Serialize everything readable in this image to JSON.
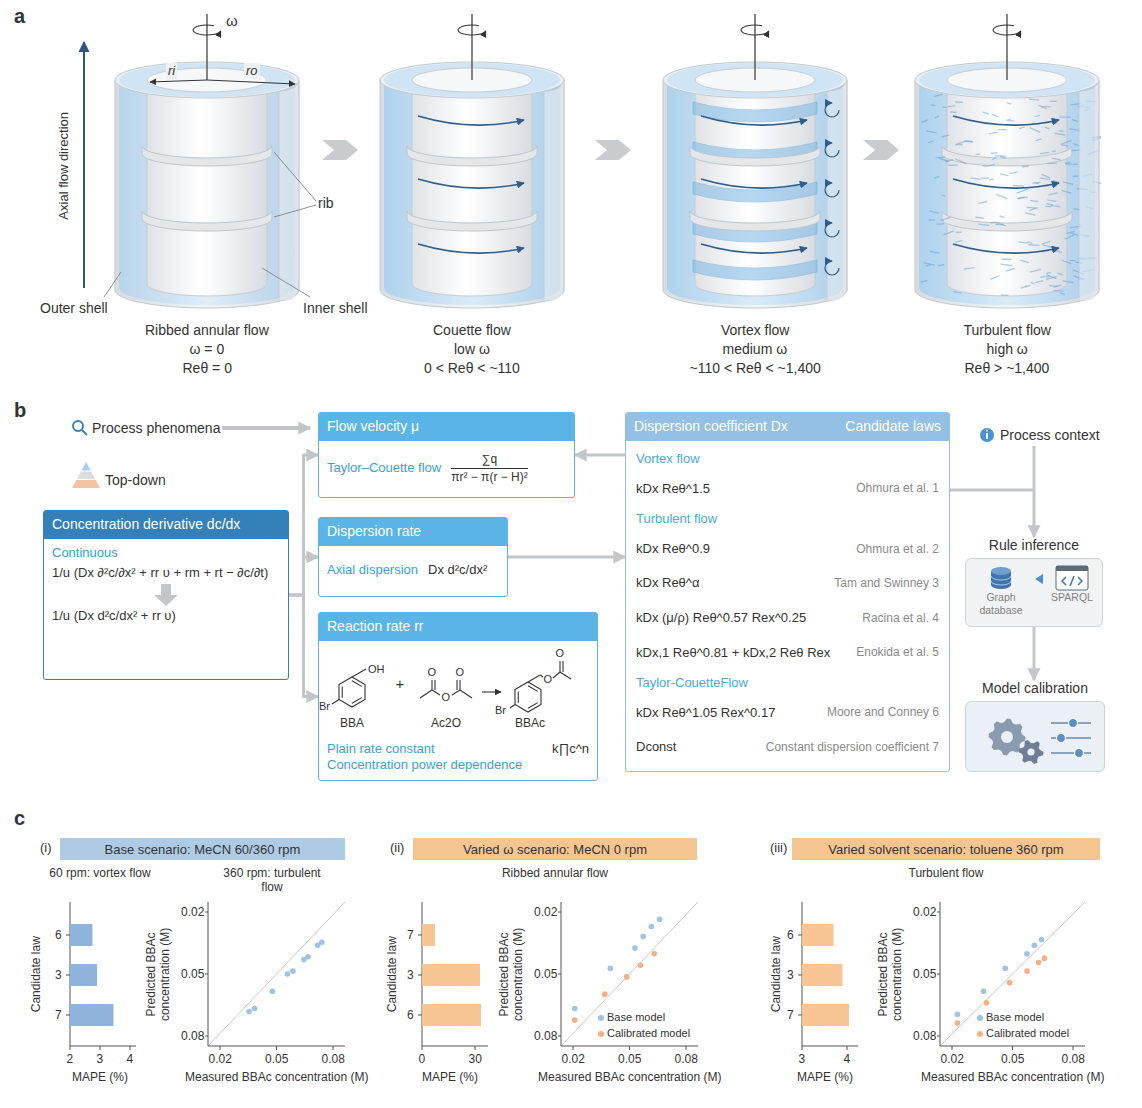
{
  "diagram": {
    "nodes": [
      {
        "text": [
          "Concentration derivative dc/dx",
          "Continuous",
          "1/u (Dx ∂²c/∂x² + rr υ + rm + rt − ∂c/∂t)",
          "1/u (Dx d²c/dx² + rr υ)"
        ]
      },
      {
        "text": [
          "Flow velocity μ",
          "Taylor–Couette flow",
          "∑q",
          "πr² − π(r − H)²"
        ]
      },
      {
        "text": [
          "Dispersion rate",
          "Axial dispersion",
          "Dx d²c/dx²"
        ]
      },
      {
        "text": [
          "Reaction rate rr",
          "Plain rate constant",
          "Concentration power dependence",
          "k∏c^n"
        ]
      },
      {
        "text": [
          "Dispersion coefficient Dx",
          "Candidate laws",
          "Vortex flow",
          "kDx Reθ^1.5",
          "Ohmura et al. 1",
          "Turbulent flow",
          "kDx Reθ^0.9",
          "Ohmura et al. 2",
          "kDx Reθ^α",
          "Tam and Swinney 3",
          "kDx (μ/ρ) Reθ^0.57 Rex^0.25",
          "Racina et al. 4",
          "kDx,1 Reθ^0.81 + kDx,2 Reθ Rex",
          "Enokida et al. 5",
          "Taylor-CouetteFlow",
          "kDx Reθ^1.05 Rex^0.17",
          "Moore and Conney 6",
          "Dconst",
          "Constant dispersion coefficient 7"
        ]
      },
      {
        "text": [
          "Rule inference",
          "Graph database",
          "SPARQL"
        ]
      },
      {
        "text": [
          "Model calibration"
        ]
      },
      {
        "text": [
          "Base scenario: MeCN 60/360 rpm"
        ]
      },
      {
        "text": [
          "Varied ω scenario: MeCN 0 rpm"
        ]
      },
      {
        "text": [
          "Varied solvent scenario: toluene 360 rpm"
        ]
      }
    ],
    "edges": [
      {
        "from": 0,
        "to": 1,
        "arrow": "to"
      },
      {
        "from": 0,
        "to": 2,
        "arrow": "to"
      },
      {
        "from": 0,
        "to": 3,
        "arrow": "to"
      },
      {
        "from": 2,
        "to": 4,
        "arrow": "to"
      },
      {
        "from": 4,
        "to": 1,
        "arrow": "to"
      },
      {
        "from": 4,
        "to": 5,
        "arrow": "to"
      },
      {
        "from": 5,
        "to": 6,
        "arrow": "to"
      }
    ],
    "labels": [
      "a",
      "ω",
      "ri",
      "ro",
      "Axial flow direction",
      "rib",
      "Outer shell",
      "Inner shell",
      "Ribbed annular flow",
      "ω = 0",
      "Reθ = 0",
      "Couette flow",
      "low ω",
      "0 < Reθ < ~110",
      "Vortex flow",
      "medium ω",
      "~110 < Reθ < ~1,400",
      "Turbulent flow",
      "high ω",
      "Reθ > ~1,400",
      "b",
      "Process phenomena",
      "Top-down",
      "Process context",
      "OH",
      "Br",
      "BBA",
      "+",
      "O",
      "O",
      "O",
      "Ac2O",
      "O",
      "O",
      "Br",
      "BBAc",
      "c",
      "(i)",
      "60 rpm: vortex flow",
      "360 rpm: turbulent flow",
      "Candidate law",
      "6",
      "3",
      "7",
      "2",
      "3",
      "4",
      "MAPE (%)",
      "Predicted BBAc concentration (M)",
      "0.02",
      "0.05",
      "0.08",
      "0.02",
      "0.05",
      "0.08",
      "Measured BBAc concentration (M)",
      "(ii)",
      "Ribbed annular flow",
      "Candidate law",
      "7",
      "3",
      "6",
      "0",
      "30",
      "MAPE (%)",
      "Predicted BBAc concentration (M)",
      "0.02",
      "0.05",
      "0.08",
      "0.02",
      "0.05",
      "0.08",
      "Measured BBAc concentration (M)",
      "(iii)",
      "Turbulent flow",
      "Candidate law",
      "6",
      "3",
      "7",
      "3",
      "4",
      "MAPE (%)",
      "Predicted BBAc concentration (M)",
      "0.02",
      "0.05",
      "0.08",
      "0.02",
      "0.05",
      "0.08",
      "Measured BBAc concentration (M)"
    ],
    "legend": [
      {
        "text": "Base model",
        "color": "#9dc3e6"
      },
      {
        "text": "Calibrated model",
        "color": "#f4b183"
      },
      {
        "text": "Base model",
        "color": "#9dc3e6"
      },
      {
        "text": "Calibrated model",
        "color": "#f4b183"
      }
    ]
  }
}
